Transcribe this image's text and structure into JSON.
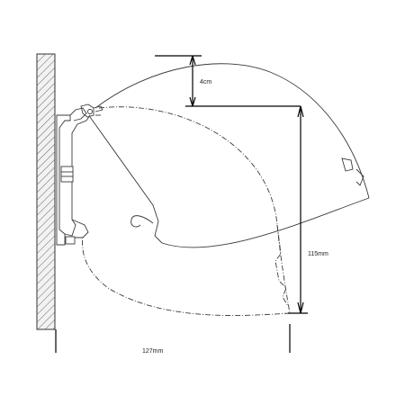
{
  "diagram": {
    "dimensions": {
      "gap_label": "4cm",
      "drop_label": "115mm",
      "width_label": "127mm"
    },
    "colors": {
      "line": "#3a3a3a",
      "wall_fill": "#f2f2f2",
      "hatch": "#555555"
    }
  }
}
